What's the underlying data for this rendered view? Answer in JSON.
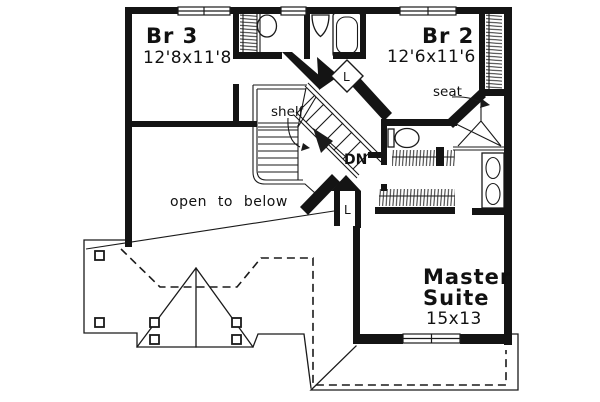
{
  "plan": {
    "rooms": {
      "br3": {
        "name": "Br 3",
        "dims": "12'8x11'8"
      },
      "br2": {
        "name": "Br 2",
        "dims": "12'6x11'6"
      },
      "master": {
        "line1": "Master",
        "line2": "Suite",
        "dims": "15x13"
      }
    },
    "labels": {
      "seat": "seat",
      "shelf": "shelf",
      "down": "DN",
      "open_to_below": "open to below",
      "linen_upper": "L",
      "linen_lower": "L"
    },
    "colors": {
      "ink": "#1a1a1a",
      "background": "#ffffff"
    }
  }
}
